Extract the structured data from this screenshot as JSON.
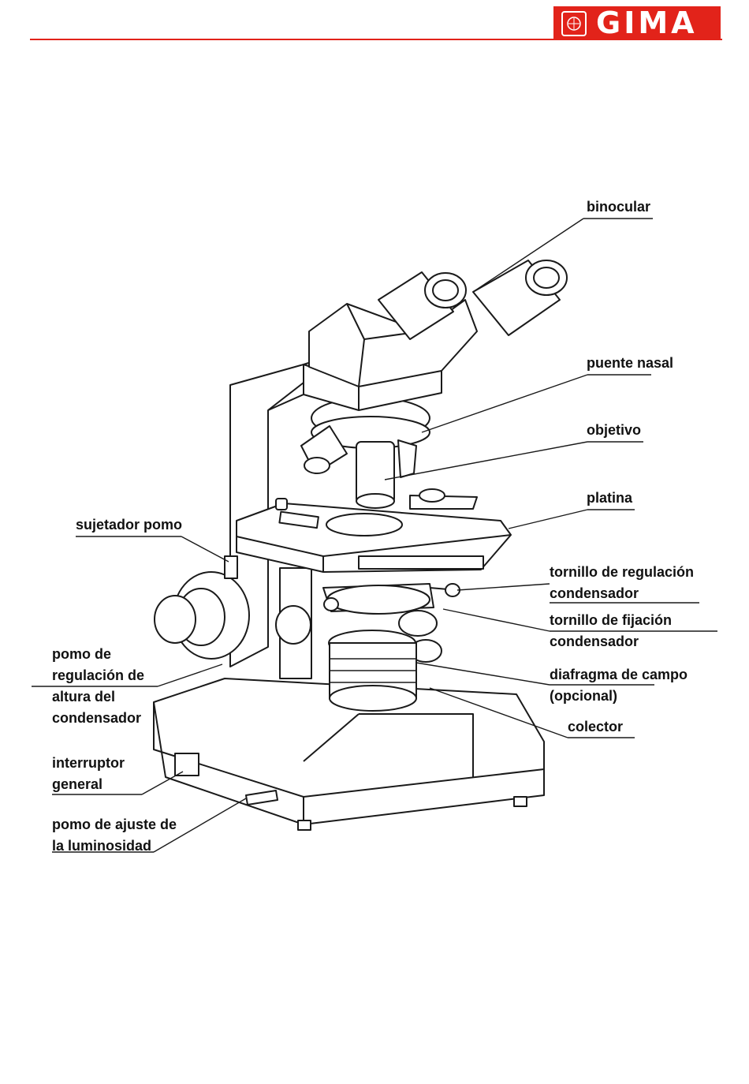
{
  "header": {
    "brand": "GIMA",
    "accent_color": "#e2231a",
    "logo_icon": "gima-seal-icon"
  },
  "labels": {
    "binocular": "binocular",
    "puente_nasal": "puente nasal",
    "objetivo": "objetivo",
    "platina": "platina",
    "sujetador_pomo": "sujetador pomo",
    "tornillo_regulacion": [
      "tornillo de regulación",
      "condensador"
    ],
    "tornillo_fijacion": [
      "tornillo de fijación",
      "condensador"
    ],
    "diafragma": [
      "diafragma de campo",
      "(opcional)"
    ],
    "colector": "colector",
    "pomo_regulacion": [
      "pomo de",
      "regulación de",
      "altura del",
      "condensador"
    ],
    "interruptor": [
      "interruptor",
      "general"
    ],
    "pomo_ajuste": [
      "pomo de ajuste de",
      "la luminosidad"
    ]
  }
}
